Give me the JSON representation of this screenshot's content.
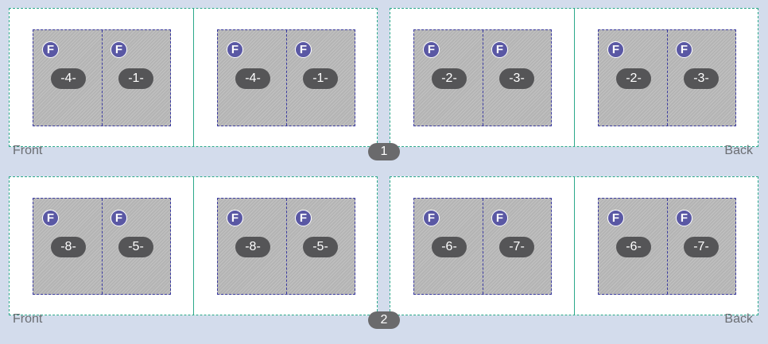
{
  "sheets": [
    {
      "number": "1",
      "front_label": "Front",
      "back_label": "Back",
      "front": {
        "left_pair": {
          "badges": [
            "F",
            "F"
          ],
          "pages": [
            "-4-",
            "-1-"
          ]
        },
        "right_pair": {
          "badges": [
            "F",
            "F"
          ],
          "pages": [
            "-4-",
            "-1-"
          ]
        }
      },
      "back": {
        "left_pair": {
          "badges": [
            "F",
            "F"
          ],
          "pages": [
            "-2-",
            "-3-"
          ]
        },
        "right_pair": {
          "badges": [
            "F",
            "F"
          ],
          "pages": [
            "-2-",
            "-3-"
          ]
        }
      }
    },
    {
      "number": "2",
      "front_label": "Front",
      "back_label": "Back",
      "front": {
        "left_pair": {
          "badges": [
            "F",
            "F"
          ],
          "pages": [
            "-8-",
            "-5-"
          ]
        },
        "right_pair": {
          "badges": [
            "F",
            "F"
          ],
          "pages": [
            "-8-",
            "-5-"
          ]
        }
      },
      "back": {
        "left_pair": {
          "badges": [
            "F",
            "F"
          ],
          "pages": [
            "-6-",
            "-7-"
          ]
        },
        "right_pair": {
          "badges": [
            "F",
            "F"
          ],
          "pages": [
            "-6-",
            "-7-"
          ]
        }
      }
    }
  ],
  "colors": {
    "background": "#d3dcec",
    "fold_line": "#2aa88a",
    "page_border": "#3a3aa0",
    "badge": "#5a58a4",
    "page_number_pill": "#555557"
  }
}
